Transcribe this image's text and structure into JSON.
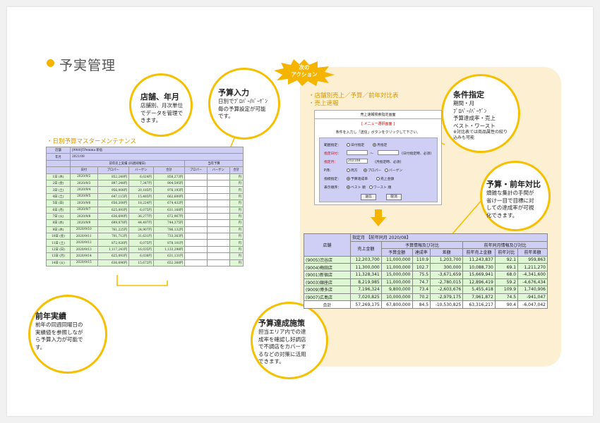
{
  "title": "予実管理",
  "next_action": [
    "次の",
    "アクション"
  ],
  "left_section_label": "・日別予算マスターメンテナンス",
  "right_section_labels": [
    "・店舗別売上／予算／前年対比表",
    "・売上速報"
  ],
  "callouts": {
    "store_month": {
      "heading": "店舗、年月",
      "lines": [
        "店舗別、月次単位",
        "でデータを管理で",
        "きます。"
      ]
    },
    "budget_input": {
      "heading": "予算入力",
      "lines": [
        "日別でﾌﾟﾛﾊﾟｰ/ﾊﾞｰｹﾞﾝ",
        "毎の予算設定が可能",
        "です。"
      ]
    },
    "conditions": {
      "heading": "条件指定",
      "lines": [
        "期間・月",
        "ﾌﾟﾛﾊﾟｰ/ﾊﾞｰｹﾞﾝ",
        "予算達成率・売上",
        "ベスト・ワースト"
      ],
      "note": [
        "※対比表では商品属性の絞り",
        "込みも可能"
      ]
    },
    "yoy": {
      "heading": "予算・前年対比",
      "lines": [
        "煩雑な集計の手間が",
        "省け一目で目標に対",
        "しての達成率が可視",
        "化できます。"
      ]
    },
    "prev_year": {
      "heading": "前年実績",
      "lines": [
        "前年の同週同曜日の",
        "実績値を参照しなが",
        "ら予算入力が可能で",
        "す。"
      ]
    },
    "measures": {
      "heading": "予算達成施策",
      "lines": [
        "担当エリア内での達",
        "成率を確認し好調店",
        "で不調店をカバーす",
        "るなどの対策に活用",
        "できます。"
      ]
    }
  },
  "left_table": {
    "store_label": "店舗",
    "store_value": "[9900]TPemma 新宿",
    "month_label": "年月",
    "month_value": "2021/08",
    "group1": "前年売上実績 (同週同曜日)",
    "group2": "当年予算",
    "cols": [
      "日付",
      "プロパー",
      "バーゲン",
      "合計",
      "プロパー",
      "バーゲン",
      "合計"
    ],
    "rows": [
      [
        "1日 (木)",
        "2020/9/2",
        "852,249円",
        "6,024円",
        "858,273円",
        "円"
      ],
      [
        "2日 (金)",
        "2020/9/3",
        "897,248円",
        "7,347円",
        "904,595円",
        "円"
      ],
      [
        "3日 (土)",
        "2020/9/4",
        "956,008円",
        "20,185円",
        "976,193円",
        "円"
      ],
      [
        "4日 (土)",
        "2020/9/5",
        "647,115円",
        "15,485円",
        "662,600円",
        "円"
      ],
      [
        "5日 (日)",
        "2020/9/6",
        "656,208円",
        "18,224円",
        "674,432円",
        "円"
      ],
      [
        "6日 (月)",
        "2020/9/7",
        "625,093円",
        "6,075円",
        "631,168円",
        "円"
      ],
      [
        "7日 (火)",
        "2020/9/8",
        "636,690円",
        "36,277円",
        "672,967円",
        "円"
      ],
      [
        "8日 (水)",
        "2020/9/9",
        "699,878円",
        "44,497円",
        "744,375円",
        "円"
      ],
      [
        "9日 (木)",
        "2020/9/10",
        "761,225円",
        "24,907円",
        "786,132円",
        "円"
      ],
      [
        "10日 (金)",
        "2020/9/11",
        "701,712円",
        "31,631円",
        "733,363円",
        "円"
      ],
      [
        "11日 (土)",
        "2020/9/12",
        "872,026円",
        "6,075円",
        "878,101円",
        "円"
      ],
      [
        "12日 (日)",
        "2020/9/13",
        "1,117,243円",
        "16,035円",
        "1,133,298円",
        "円"
      ],
      [
        "13日 (月)",
        "2020/9/14",
        "625,093円",
        "6,038円",
        "631,131円",
        "円"
      ],
      [
        "14日 (火)",
        "2020/9/15",
        "636,696円",
        "15,672円",
        "652,368円",
        "円"
      ]
    ]
  },
  "dialog": {
    "header": "売上速報検索指定画面",
    "link": "[ メニュー選択画面 ]",
    "instruction": "条件を入力し「送信」ボタンをクリックして下さい。",
    "range_label": "範囲指定：",
    "range_opts": [
      "日付指定",
      "月指定"
    ],
    "date_label": "指定日付：",
    "date_hint": "(日付指定時、必須)",
    "month_label": "指定月：",
    "month_value": "202108",
    "month_hint": "(月指定時、必須)",
    "pb_label": "P/B：",
    "pb_opts": [
      "両方",
      "プロパー",
      "バーゲン"
    ],
    "index_label": "指標指定：",
    "index_opts": [
      "予算達成率",
      "売上金額"
    ],
    "order_label": "表示順序：",
    "order_opts": [
      "ベスト 順",
      "ワースト 順"
    ],
    "send": "送信",
    "cancel": "取消"
  },
  "right_table": {
    "store": "店舗",
    "period": "指定月 【前年同月 2020/08】",
    "sales": "売上金額",
    "g1": "予算情報及び対比",
    "g2": "前年同月情報及び対比",
    "cols": [
      "予算金額",
      "達成率",
      "差額",
      "前年売上金額",
      "前年対比",
      "前年差額"
    ],
    "rows": [
      [
        "(9005)渋谷店",
        "12,203,700",
        "11,000,000",
        "110.9",
        "1,203,700",
        "11,243,837",
        "92.1",
        "959,863"
      ],
      [
        "(9004)梅田店",
        "11,300,000",
        "11,000,000",
        "102.7",
        "300,000",
        "10,088,730",
        "69.1",
        "1,211,270"
      ],
      [
        "(9001)新宿店",
        "11,328,341",
        "15,000,000",
        "75.5",
        "-3,671,659",
        "15,669,941",
        "68.0",
        "-4,341,600"
      ],
      [
        "(9003)銀座店",
        "8,219,985",
        "11,000,000",
        "74.7",
        "-2,780,015",
        "12,896,419",
        "59.2",
        "-4,676,434"
      ],
      [
        "(9009)博多店",
        "7,196,324",
        "9,800,000",
        "73.4",
        "-2,603,676",
        "5,455,418",
        "109.9",
        "1,740,906"
      ],
      [
        "(9007)広島店",
        "7,020,825",
        "10,000,000",
        "70.2",
        "-2,979,175",
        "7,961,872",
        "74.5",
        "-941,047"
      ]
    ],
    "total": [
      "合計",
      "57,269,175",
      "67,800,000",
      "84.5",
      "-10,530,825",
      "63,316,217",
      "90.4",
      "-6,047,042"
    ]
  },
  "colors": {
    "accent": "#f5c000",
    "peach": "#fdf0d2",
    "row_green": "#dff7d5",
    "header_lilac": "#cfcff5"
  }
}
